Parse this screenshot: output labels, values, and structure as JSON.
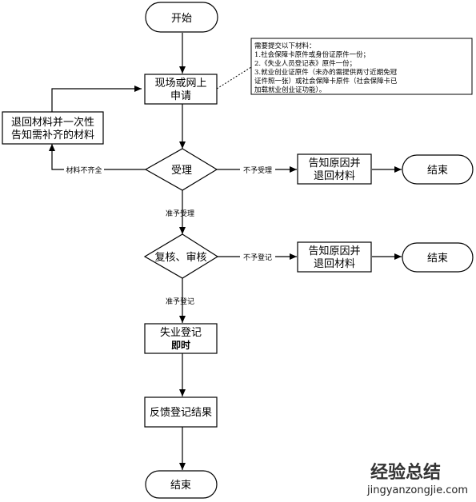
{
  "nodes": {
    "start": "开始",
    "apply_l1": "现场或网上",
    "apply_l2": "申请",
    "return_l1": "退回材料并一次性",
    "return_l2": "告知需补齐的材料",
    "accept": "受理",
    "notify1_l1": "告知原因并",
    "notify1_l2": "退回材料",
    "end1": "结束",
    "review": "复核、审核",
    "notify2_l1": "告知原因并",
    "notify2_l2": "退回材料",
    "end2": "结束",
    "register_l1": "失业登记",
    "register_l2": "即时",
    "feedback": "反馈登记结果",
    "end3": "结束"
  },
  "edges": {
    "incomplete": "材料不齐全",
    "not_accept": "不予受理",
    "approve_accept": "准予受理",
    "not_register": "不予登记",
    "approve_register": "准予登记"
  },
  "note": {
    "title": "需要提交以下材料：",
    "line1": "1.社会保障卡原件或身份证原件一份；",
    "line2": "2.《失业人员登记表》原件一份；",
    "line3": "3.就业创业证原件（未办的需提供两寸近期免冠",
    "line4": "证件照一张）或社会保障卡原件（社会保障卡已",
    "line5": "加载就业创业证功能）。"
  },
  "watermark": {
    "brand": "经验总结",
    "url": "jingyanzongjie.com"
  }
}
